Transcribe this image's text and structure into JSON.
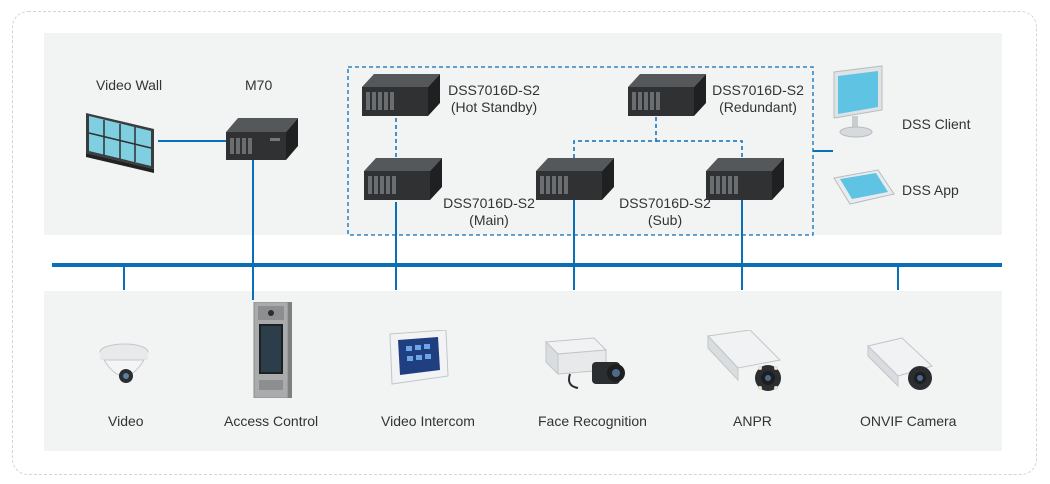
{
  "top_labels": {
    "video_wall": "Video Wall",
    "m70": "M70",
    "hot_standby": [
      "DSS7016D-S2",
      "(Hot Standby)"
    ],
    "redundant": [
      "DSS7016D-S2",
      "(Redundant)"
    ],
    "main": [
      "DSS7016D-S2",
      "(Main)"
    ],
    "sub": [
      "DSS7016D-S2",
      "(Sub)"
    ],
    "dss_client": "DSS Client",
    "dss_app": "DSS App"
  },
  "bottom_labels": {
    "video": "Video",
    "access_control": "Access Control",
    "video_intercom": "Video Intercom",
    "face_recognition": "Face Recognition",
    "anpr": "ANPR",
    "onvif_camera": "ONVIF Camera"
  },
  "colors": {
    "bus": "#0b6fb8",
    "link": "#0b6fb8",
    "panel": "#f2f3f3",
    "server": "#2f3133"
  }
}
